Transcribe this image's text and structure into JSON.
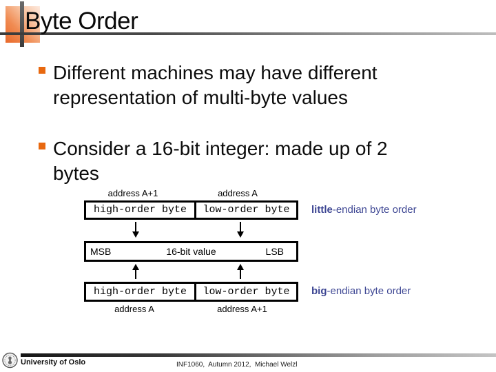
{
  "slide": {
    "title": "Byte Order",
    "bullets": [
      {
        "text": "Different machines may have different representation of multi-byte values"
      },
      {
        "text": "Consider a 16-bit integer: made up of 2 bytes"
      }
    ]
  },
  "diagram": {
    "little_endian": {
      "address_left": "address A+1",
      "address_right": "address A",
      "left_cell": "high-order byte",
      "right_cell": "low-order byte",
      "caption_bold": "little",
      "caption_rest": "-endian byte order"
    },
    "value_box": {
      "left": "MSB",
      "center": "16-bit value",
      "right": "LSB"
    },
    "big_endian": {
      "left_cell": "high-order byte",
      "right_cell": "low-order byte",
      "address_left": "address A",
      "address_right": "address A+1",
      "caption_bold": "big",
      "caption_rest": "-endian byte order"
    }
  },
  "footer": {
    "logo_icon": "university-of-oslo-seal",
    "institution": "University of Oslo",
    "course_info": "INF1060,  Autumn 2012,  Michael Welzl"
  },
  "colors": {
    "accent_orange": "#e8680f",
    "endian_label": "#3d4693",
    "title_text": "#0a0a0a"
  }
}
